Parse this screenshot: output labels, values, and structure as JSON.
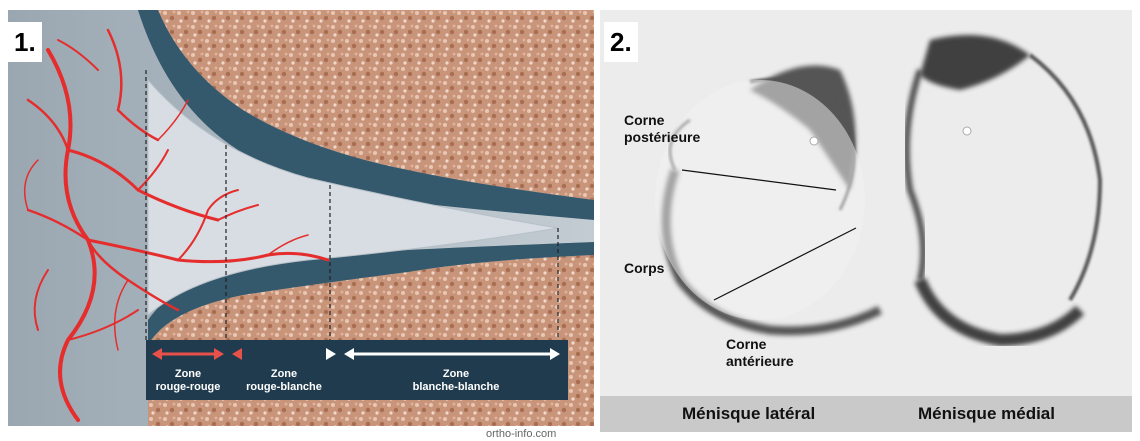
{
  "panel1": {
    "number": "1.",
    "zones": [
      {
        "line1": "Zone",
        "line2": "rouge-rouge"
      },
      {
        "line1": "Zone",
        "line2": "rouge-blanche"
      },
      {
        "line1": "Zone",
        "line2": "blanche-blanche"
      }
    ],
    "credit": "ortho-info.com",
    "colors": {
      "vessel": "#e52d2d",
      "meniscus": "#d8dde3",
      "capsule": "#34586c",
      "bone": "#c8957b",
      "legend_bg": "#1f3b4d"
    }
  },
  "panel2": {
    "number": "2.",
    "labels": {
      "posterior_horn_line1": "Corne",
      "posterior_horn_line2": "postérieure",
      "body": "Corps",
      "anterior_horn_line1": "Corne",
      "anterior_horn_line2": "antérieure"
    },
    "lateral_meniscus": "Ménisque latéral",
    "medial_meniscus": "Ménisque médial"
  }
}
